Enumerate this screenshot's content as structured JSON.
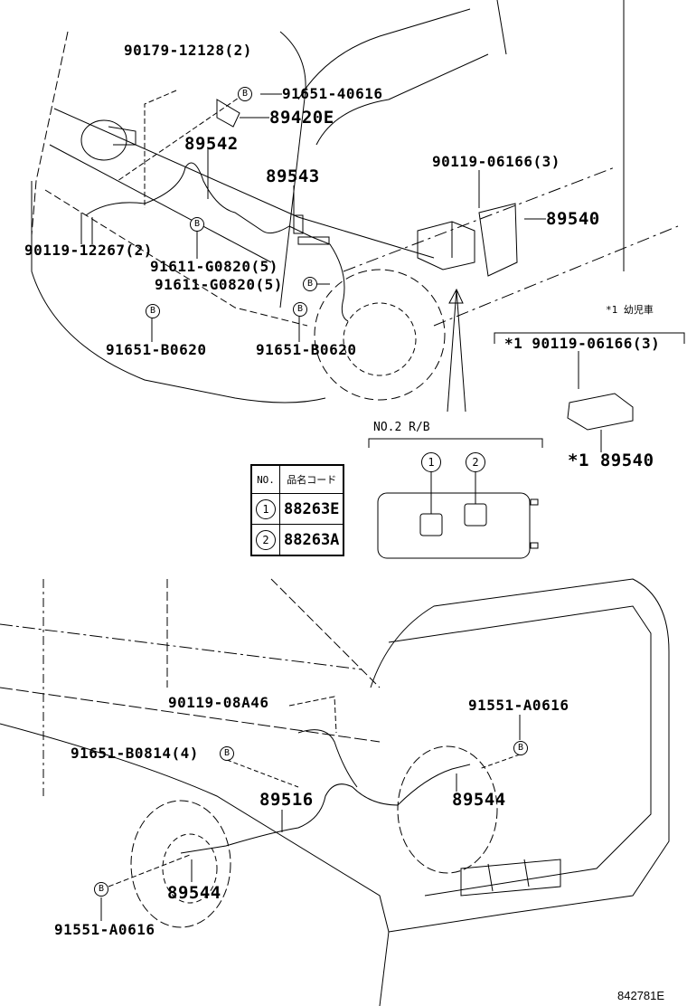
{
  "top": {
    "labels": {
      "p1": "90179-12128(2)",
      "p2": "91651-40616",
      "p3": "89420E",
      "p4": "89542",
      "p5": "89543",
      "p6": "90119-06166(3)",
      "p7": "89540",
      "p8": "90119-12267(2)",
      "p9": "91611-G0820(5)",
      "p10": "91611-G0820(5)",
      "p11": "91651-B0620",
      "p12": "91651-B0620"
    },
    "note": "*1 幼児車",
    "alt_bolt": "*1 90119-06166(3)",
    "alt_part": "*1 89540",
    "rb_title": "NO.2 R/B",
    "rb_marks": [
      "1",
      "2"
    ],
    "bolt_marker": "B"
  },
  "table": {
    "headers": [
      "NO.",
      "品名コード"
    ],
    "rows": [
      {
        "no": "1",
        "code": "88263E"
      },
      {
        "no": "2",
        "code": "88263A"
      }
    ]
  },
  "bottom": {
    "labels": {
      "q1": "90119-08A46",
      "q2": "91551-A0616",
      "q3": "91651-B0814(4)",
      "q4": "89516",
      "q5": "89544",
      "q6": "89544",
      "q7": "91551-A0616"
    }
  },
  "figure_id": "842781E"
}
